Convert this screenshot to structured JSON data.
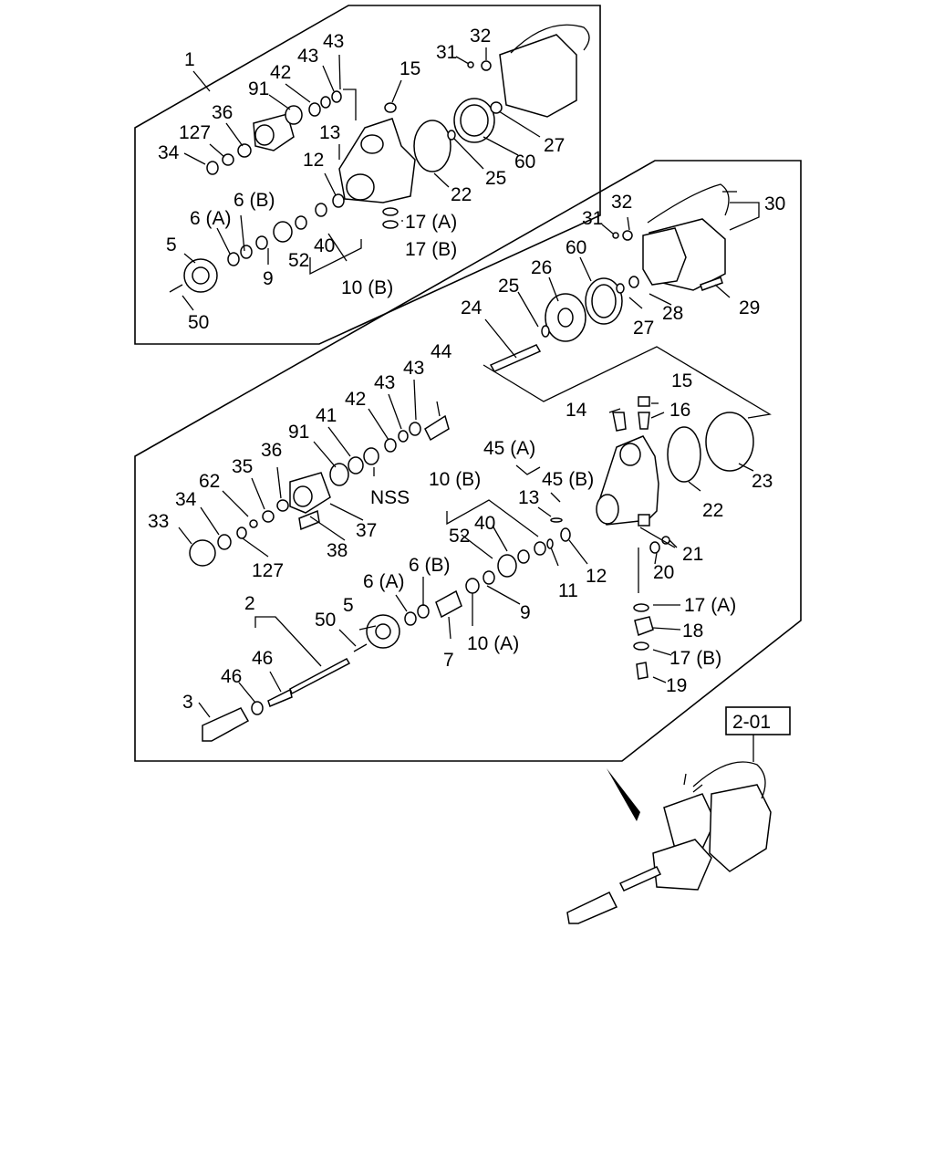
{
  "diagram": {
    "reference_box": "2-01",
    "upper_assembly": {
      "labels": [
        "1",
        "43",
        "43",
        "42",
        "91",
        "36",
        "127",
        "34",
        "13",
        "15",
        "31",
        "32",
        "27",
        "60",
        "25",
        "22",
        "12",
        "6 (B)",
        "6 (A)",
        "5",
        "9",
        "52",
        "40",
        "10 (B)",
        "17 (A)",
        "17 (B)",
        "50"
      ]
    },
    "lower_assembly": {
      "labels": [
        "30",
        "32",
        "31",
        "60",
        "26",
        "25",
        "24",
        "28",
        "29",
        "27",
        "15",
        "14",
        "16",
        "44",
        "43",
        "43",
        "42",
        "41",
        "91",
        "36",
        "35",
        "62",
        "34",
        "33",
        "127",
        "38",
        "37",
        "NSS",
        "45 (A)",
        "45 (B)",
        "10 (B)",
        "13",
        "52",
        "40",
        "6 (B)",
        "6 (A)",
        "5",
        "50",
        "9",
        "10 (A)",
        "7",
        "11",
        "12",
        "22",
        "23",
        "21",
        "20",
        "17 (A)",
        "18",
        "17 (B)",
        "19",
        "2",
        "46",
        "46",
        "3"
      ]
    }
  }
}
